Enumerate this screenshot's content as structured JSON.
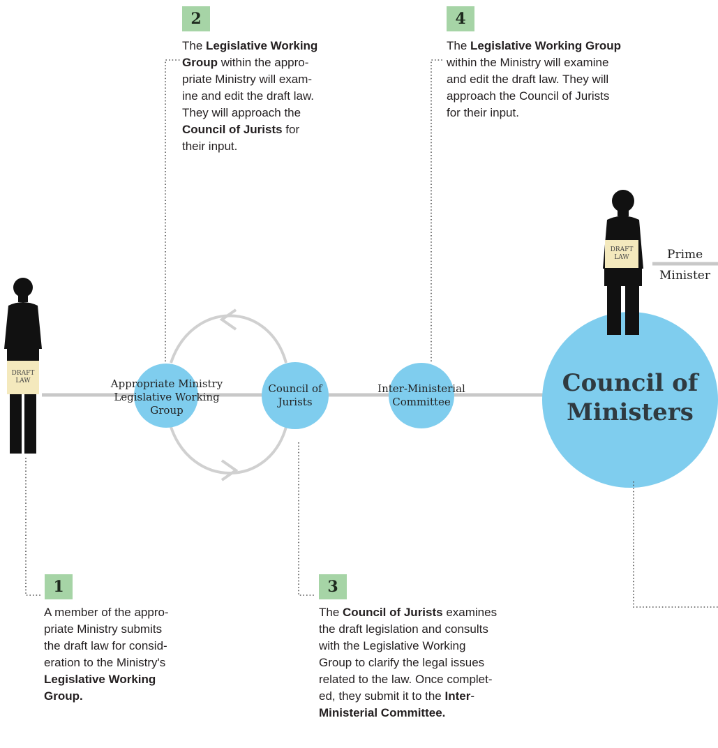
{
  "steps": [
    {
      "num": "1",
      "lines": [
        [
          {
            "t": "A member of the appro-"
          }
        ],
        [
          {
            "t": "priate Ministry submits"
          }
        ],
        [
          {
            "t": "the draft law for consid-"
          }
        ],
        [
          {
            "t": "eration to the Ministry's"
          }
        ],
        [
          {
            "t": "Legislative Working",
            "b": true
          }
        ],
        [
          {
            "t": "Group.",
            "b": true
          }
        ]
      ]
    },
    {
      "num": "2",
      "lines": [
        [
          {
            "t": "The "
          },
          {
            "t": "Legislative Working",
            "b": true
          }
        ],
        [
          {
            "t": "Group",
            "b": true
          },
          {
            "t": " within the appro-"
          }
        ],
        [
          {
            "t": "priate Ministry will exam-"
          }
        ],
        [
          {
            "t": "ine and edit the draft law."
          }
        ],
        [
          {
            "t": "They will approach the"
          }
        ],
        [
          {
            "t": "Council of Jurists",
            "b": true
          },
          {
            "t": " for"
          }
        ],
        [
          {
            "t": "their input."
          }
        ]
      ]
    },
    {
      "num": "3",
      "lines": [
        [
          {
            "t": "The "
          },
          {
            "t": "Council of Jurists",
            "b": true
          },
          {
            "t": " examines"
          }
        ],
        [
          {
            "t": "the draft legislation and consults"
          }
        ],
        [
          {
            "t": "with the Legislative Working"
          }
        ],
        [
          {
            "t": "Group to clarify the legal issues"
          }
        ],
        [
          {
            "t": "related to the law. Once complet-"
          }
        ],
        [
          {
            "t": "ed, they submit it to the "
          },
          {
            "t": "Inter",
            "b": true
          },
          {
            "t": "-"
          }
        ],
        [
          {
            "t": "Ministerial  Committee.",
            "b": true
          }
        ]
      ]
    },
    {
      "num": "4",
      "lines": [
        [
          {
            "t": "The "
          },
          {
            "t": "Legislative Working Group",
            "b": true
          }
        ],
        [
          {
            "t": "within the Ministry will examine"
          }
        ],
        [
          {
            "t": "and edit the draft law. They will"
          }
        ],
        [
          {
            "t": "approach the Council of Jurists"
          }
        ],
        [
          {
            "t": "for their input."
          }
        ]
      ]
    }
  ],
  "nodes": {
    "ministry": {
      "lines": [
        "Appropriate Ministry",
        "Legislative Working",
        "Group"
      ]
    },
    "jurists": {
      "lines": [
        "Council of",
        "Jurists"
      ]
    },
    "interministerial": {
      "lines": [
        "Inter-Ministerial",
        "Committee"
      ]
    },
    "council_ministers": {
      "lines": [
        "Council of",
        "Ministers"
      ]
    }
  },
  "draft_tag": [
    "DRAFT",
    "LAW"
  ],
  "prime_minister": [
    "Prime",
    "Minister"
  ],
  "colors": {
    "circle": "#7fcdee",
    "step_box": "#a6d4a6",
    "tag": "#f4e9bd",
    "line": "#c8c8c8",
    "arrow": "#d0d0d0",
    "dots": "#555555"
  }
}
